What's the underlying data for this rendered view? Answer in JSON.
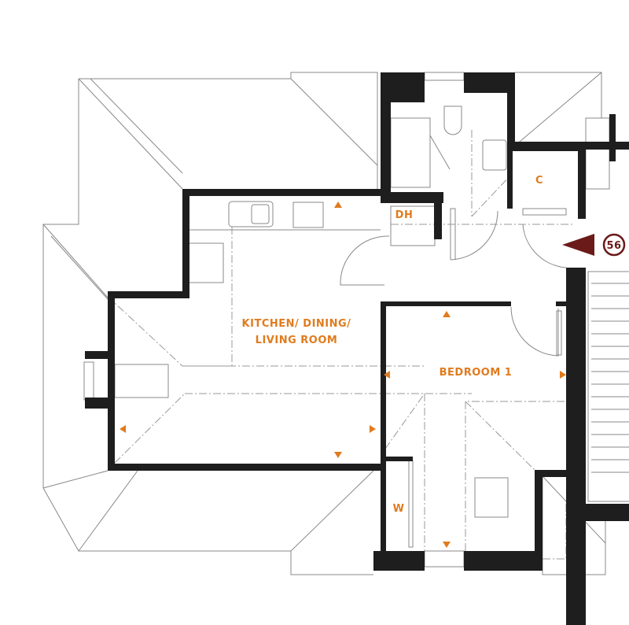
{
  "colors": {
    "wall": "#1e1e1e",
    "label": "#E07B1E",
    "entrance": "#6B1A1A"
  },
  "rooms": {
    "kitchen": {
      "line1": "KITCHEN/ DINING/",
      "line2": "LIVING ROOM"
    },
    "bedroom": "BEDROOM 1",
    "dh": "DH",
    "cupboard": "C",
    "wardrobe": "W"
  },
  "entrance": {
    "unit_number": "56",
    "icon": "entrance-arrow-icon"
  }
}
